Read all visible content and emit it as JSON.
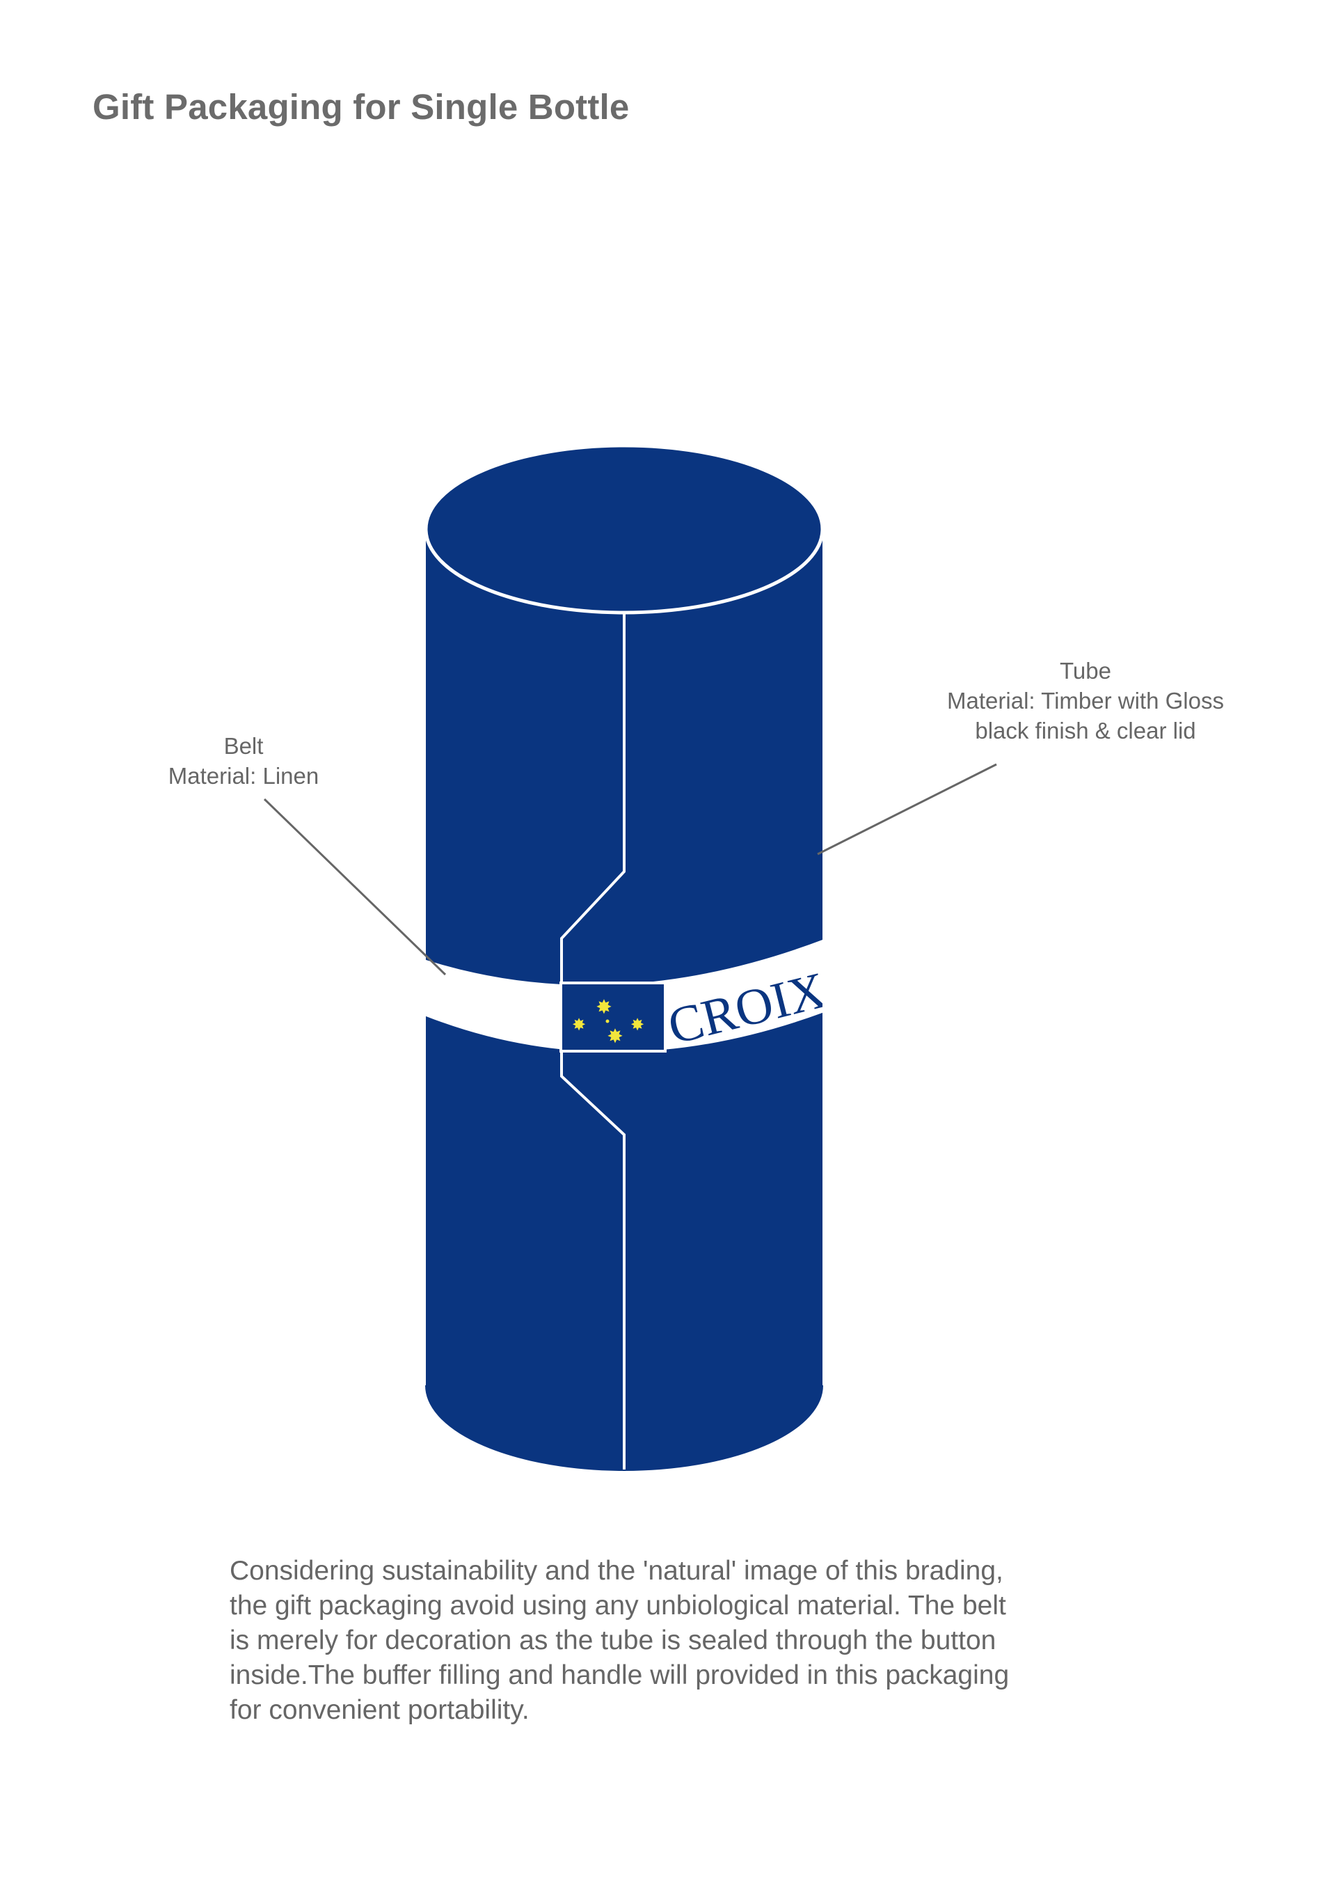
{
  "title": "Gift Packaging for Single Bottle",
  "colors": {
    "tube": "#0a3580",
    "outline": "#ffffff",
    "belt": "#ffffff",
    "star": "#f2e63c",
    "leader_line": "#666666",
    "text": "#666666"
  },
  "callouts": {
    "belt": {
      "name": "Belt",
      "material": "Material: Linen"
    },
    "tube": {
      "name": "Tube",
      "material_line1": "Material: Timber with Gloss",
      "material_line2": "black finish & clear lid"
    }
  },
  "belt_print": {
    "brand_text": "CROIX L",
    "emblem": "southern-cross-flag-icon"
  },
  "description": {
    "lines": [
      "Considering sustainability and the 'natural' image of this brading,",
      "the gift packaging avoid using any unbiological material. The belt",
      "is merely for decoration as the tube is sealed through the button",
      "inside.The buffer filling and handle will provided in this packaging",
      "for convenient portability."
    ]
  }
}
